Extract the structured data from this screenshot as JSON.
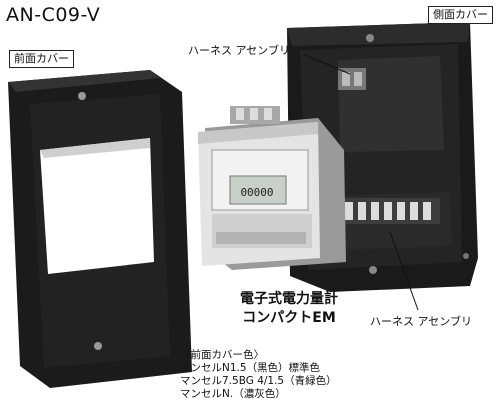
{
  "model_number": "AN-C09-V",
  "labels": {
    "front_cover": "前面カバー",
    "side_cover": "側面カバー",
    "harness_top": "ハーネス アセンブリ",
    "harness_bottom": "ハーネス アセンブリ"
  },
  "product_name": {
    "line1": "電子式電力量計",
    "line2": "コンパクトEM"
  },
  "front_cover_colors": {
    "heading": "〈前面カバー色〉",
    "items": [
      "マンセルN1.5（黒色）標準色",
      "マンセル7.5BG 4/1.5（青緑色）",
      "マンセルN.（濃灰色）"
    ]
  },
  "meter_display": "00000",
  "colors": {
    "cover_black": "#1c1c1c",
    "meter_body": "#d9d9d9",
    "terminal_green": "#2a3a2a"
  }
}
